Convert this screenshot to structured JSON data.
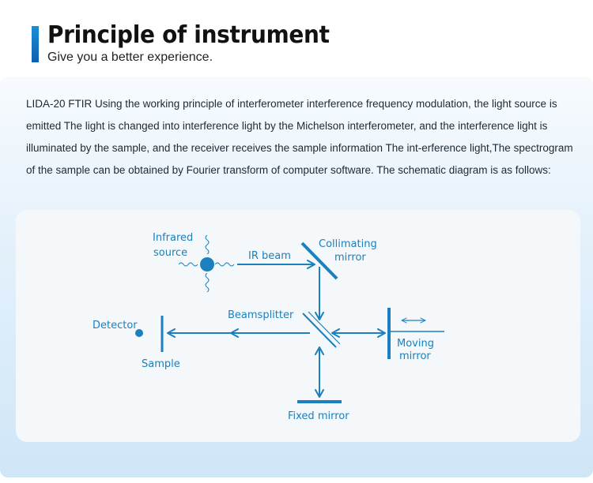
{
  "header": {
    "title": "Principle of instrument",
    "subtitle": "Give you a better experience."
  },
  "description": "LIDA-20  FTIR Using the working principle of interferometer interference frequency modulation, the light source is emitted The light is changed into interference light by the Michelson interferometer, and the interference light is illuminated by the sample, and the receiver receives the sample information The int-erference light,The spectrogram of the sample can be obtained by Fourier transform of computer software. The schematic diagram is as follows:",
  "diagram": {
    "labels": {
      "infrared": "Infrared",
      "source": "source",
      "ir_beam": "IR beam",
      "collimating": "Collimating",
      "collimating_mirror": "mirror",
      "beamsplitter": "Beamsplitter",
      "detector": "Detector",
      "sample": "Sample",
      "moving": "Moving",
      "moving_mirror": "mirror",
      "fixed_mirror": "Fixed mirror"
    },
    "colors": {
      "accent": "#1b80bd",
      "header_bar": "#1a7fd0"
    }
  }
}
